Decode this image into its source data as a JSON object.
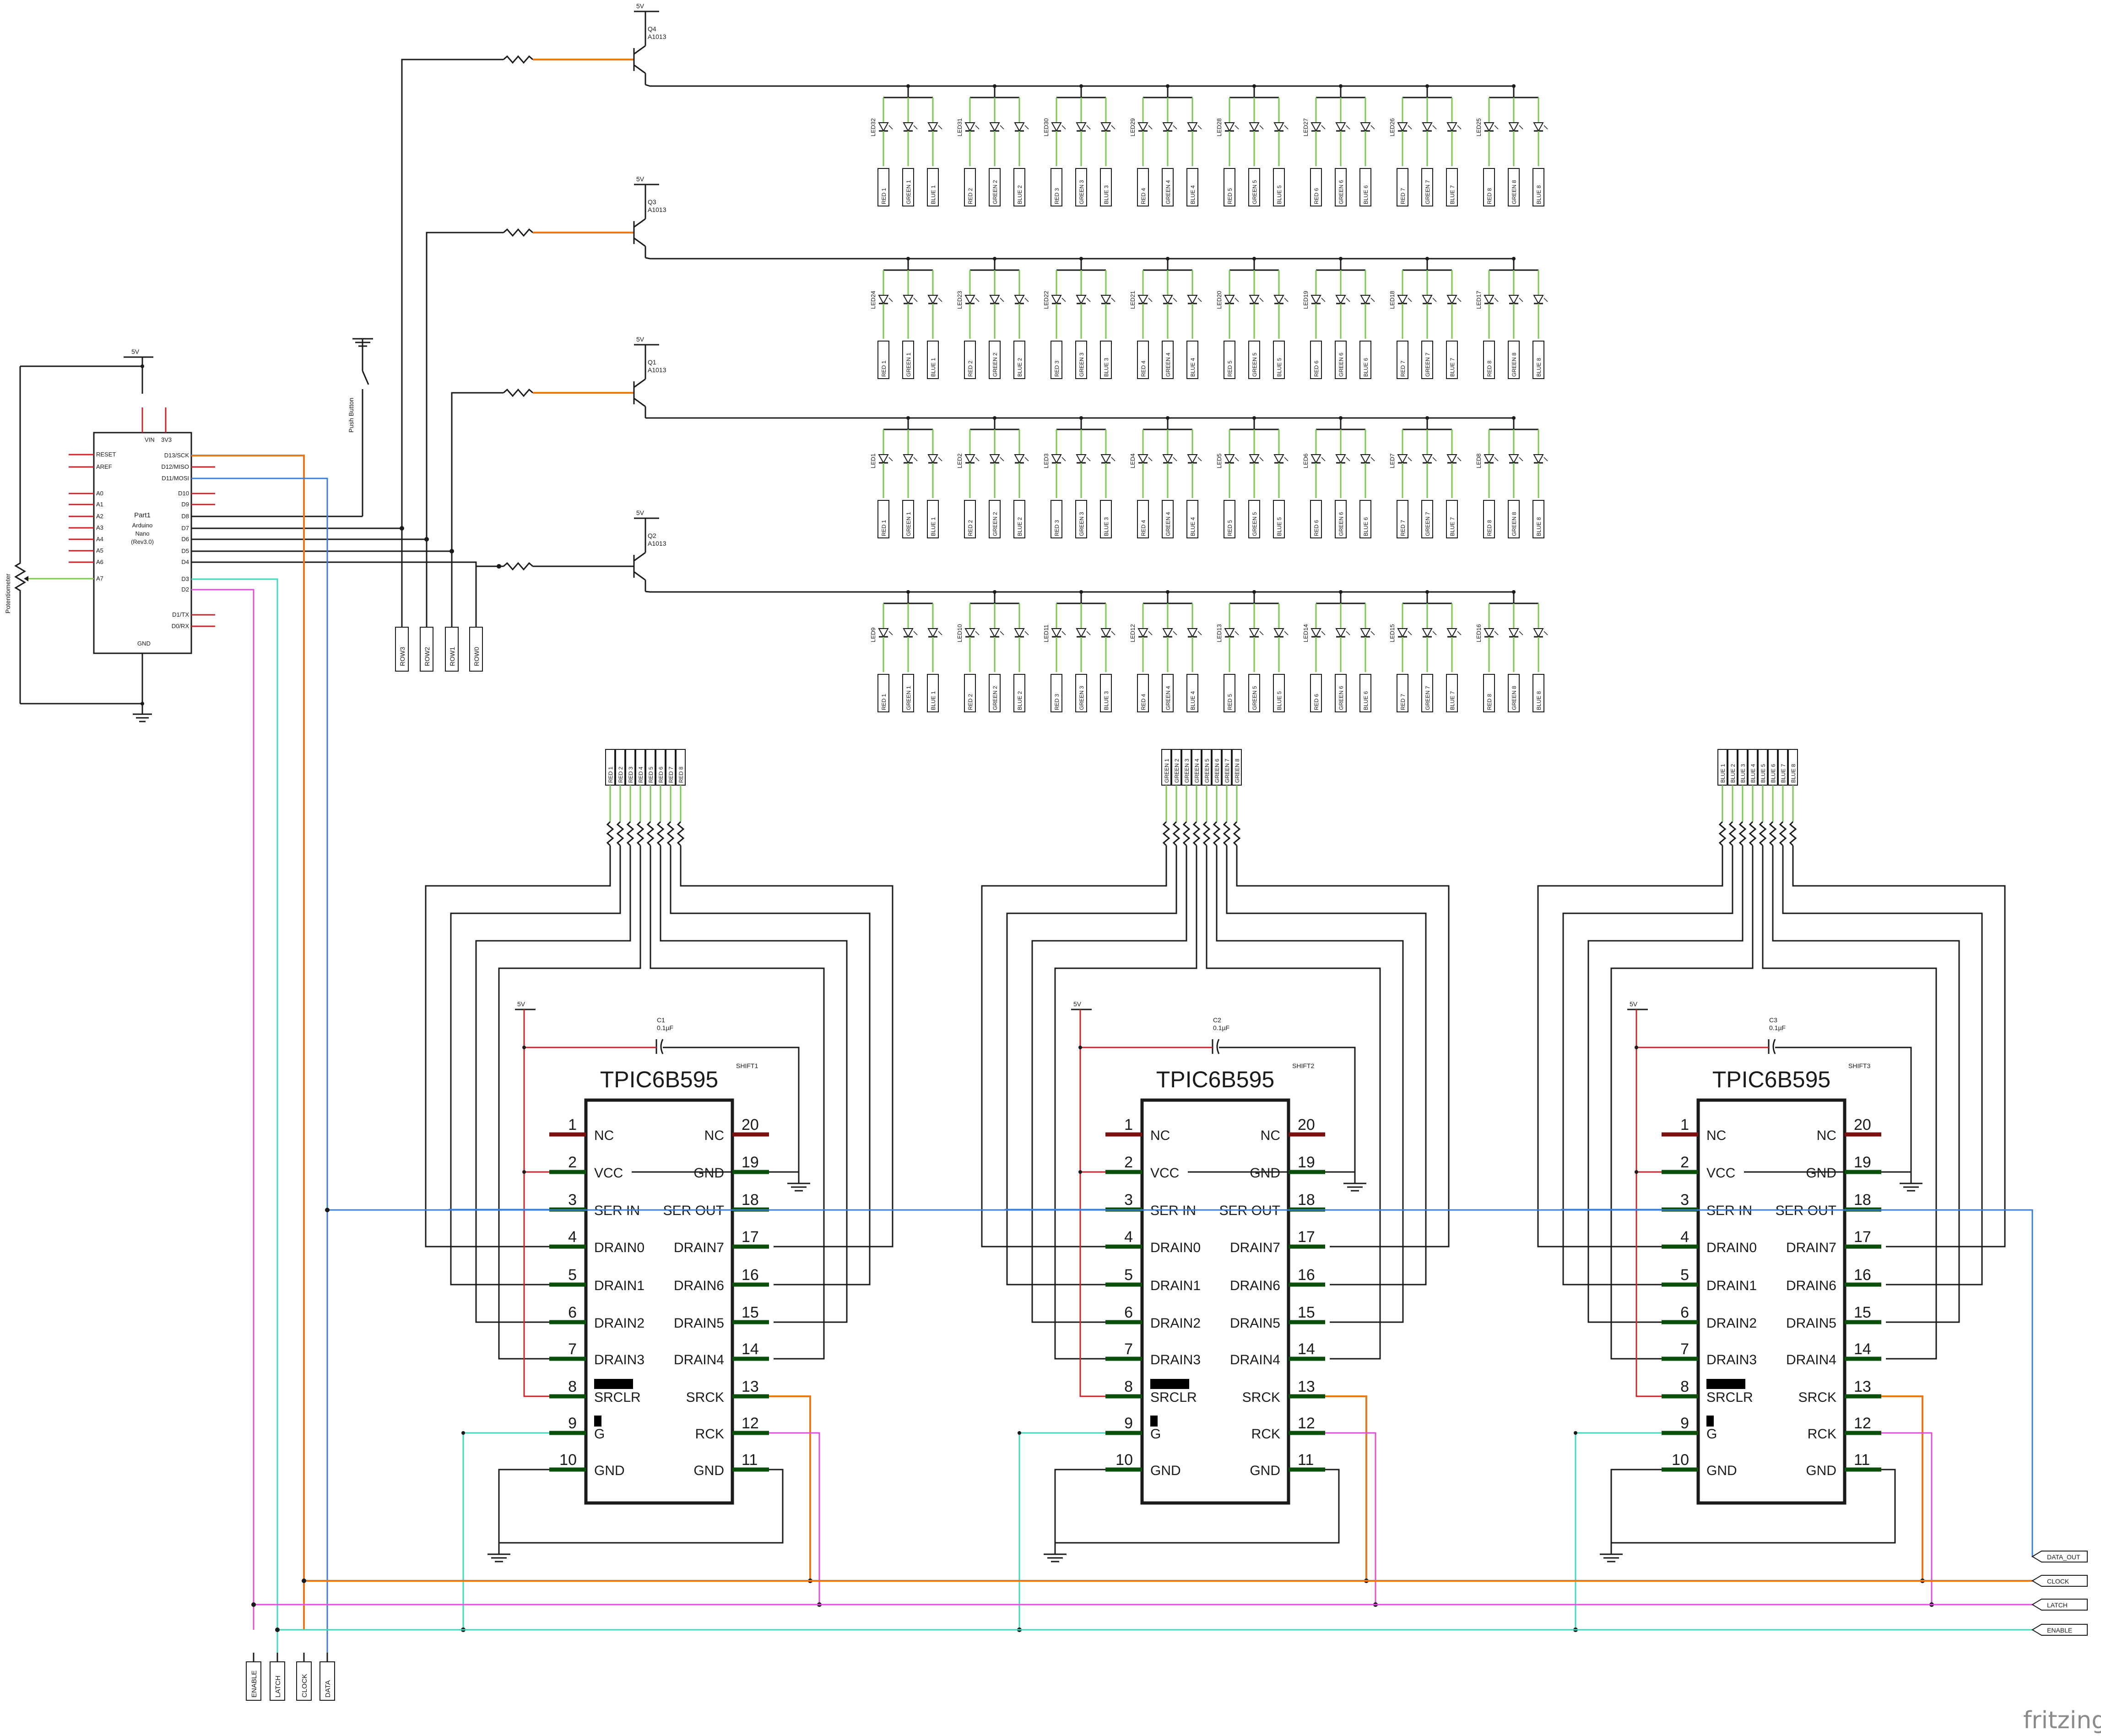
{
  "app": {
    "logo_text": "fritzing"
  },
  "power": {
    "vcc_label": "5V"
  },
  "arduino": {
    "ref": "Part1",
    "name_line1": "Arduino",
    "name_line2": "Nano",
    "name_line3": "(Rev3.0)",
    "left_pins": [
      "RESET",
      "AREF",
      "A0",
      "A1",
      "A2",
      "A3",
      "A4",
      "A5",
      "A6",
      "A7"
    ],
    "right_pins": [
      "D13/SCK",
      "D12/MISO",
      "D11/MOSI",
      "D10",
      "D9",
      "D8",
      "D7",
      "D6",
      "D5",
      "D4",
      "D3",
      "D2",
      "D1/TX",
      "D0/RX"
    ],
    "top_pins": [
      "VIN",
      "3V3"
    ],
    "bottom_pin": "GND"
  },
  "potentiometer": {
    "label": "Potentiometer"
  },
  "push_button": {
    "label": "Push Button"
  },
  "transistors": [
    {
      "ref": "Q4",
      "part": "A1013"
    },
    {
      "ref": "Q3",
      "part": "A1013"
    },
    {
      "ref": "Q1",
      "part": "A1013"
    },
    {
      "ref": "Q2",
      "part": "A1013"
    }
  ],
  "row_labels": [
    "ROW3",
    "ROW2",
    "ROW1",
    "ROW0"
  ],
  "led_rows": [
    {
      "leds": [
        "LED32",
        "LED31",
        "LED30",
        "LED29",
        "LED28",
        "LED27",
        "LED26",
        "LED25"
      ]
    },
    {
      "leds": [
        "LED24",
        "LED23",
        "LED22",
        "LED21",
        "LED20",
        "LED19",
        "LED18",
        "LED17"
      ]
    },
    {
      "leds": [
        "LED1",
        "LED2",
        "LED3",
        "LED4",
        "LED5",
        "LED6",
        "LED7",
        "LED8"
      ]
    },
    {
      "leds": [
        "LED9",
        "LED10",
        "LED11",
        "LED12",
        "LED13",
        "LED14",
        "LED15",
        "LED16"
      ]
    }
  ],
  "color_labels": {
    "red": [
      "RED 1",
      "RED 2",
      "RED 3",
      "RED 4",
      "RED 5",
      "RED 6",
      "RED 7",
      "RED 8"
    ],
    "green": [
      "GREEN 1",
      "GREEN 2",
      "GREEN 3",
      "GREEN 4",
      "GREEN 5",
      "GREEN 6",
      "GREEN 7",
      "GREEN 8"
    ],
    "blue": [
      "BLUE 1",
      "BLUE 2",
      "BLUE 3",
      "BLUE 4",
      "BLUE 5",
      "BLUE 6",
      "BLUE 7",
      "BLUE 8"
    ]
  },
  "shift_registers": [
    {
      "ref": "SHIFT1",
      "cap_ref": "C1",
      "cap_value": "0.1µF"
    },
    {
      "ref": "SHIFT2",
      "cap_ref": "C2",
      "cap_value": "0.1µF"
    },
    {
      "ref": "SHIFT3",
      "cap_ref": "C3",
      "cap_value": "0.1µF"
    }
  ],
  "chip": {
    "title": "TPIC6B595",
    "left": [
      {
        "num": "1",
        "name": "NC"
      },
      {
        "num": "2",
        "name": "VCC"
      },
      {
        "num": "3",
        "name": "SER IN"
      },
      {
        "num": "4",
        "name": "DRAIN0"
      },
      {
        "num": "5",
        "name": "DRAIN1"
      },
      {
        "num": "6",
        "name": "DRAIN2"
      },
      {
        "num": "7",
        "name": "DRAIN3"
      },
      {
        "num": "8",
        "name": "SRCLR"
      },
      {
        "num": "9",
        "name": "G"
      },
      {
        "num": "10",
        "name": "GND"
      }
    ],
    "right": [
      {
        "num": "20",
        "name": "NC"
      },
      {
        "num": "19",
        "name": "GND"
      },
      {
        "num": "18",
        "name": "SER OUT"
      },
      {
        "num": "17",
        "name": "DRAIN7"
      },
      {
        "num": "16",
        "name": "DRAIN6"
      },
      {
        "num": "15",
        "name": "DRAIN5"
      },
      {
        "num": "14",
        "name": "DRAIN4"
      },
      {
        "num": "13",
        "name": "SRCK"
      },
      {
        "num": "12",
        "name": "RCK"
      },
      {
        "num": "11",
        "name": "GND"
      }
    ]
  },
  "net_flags_bottom": [
    "ENABLE",
    "LATCH",
    "CLOCK",
    "DATA"
  ],
  "net_flags_right": [
    "DATA_OUT",
    "CLOCK",
    "LATCH",
    "ENABLE"
  ],
  "colors": {
    "wire": "#1a1a1a",
    "data_wire": "#3a7fd5",
    "clock_wire": "#e87a1d",
    "latch_wire": "#e04fd8",
    "enable_wire": "#43d6b8",
    "power_wire": "#c9242b",
    "led_lead": "#78c850"
  }
}
